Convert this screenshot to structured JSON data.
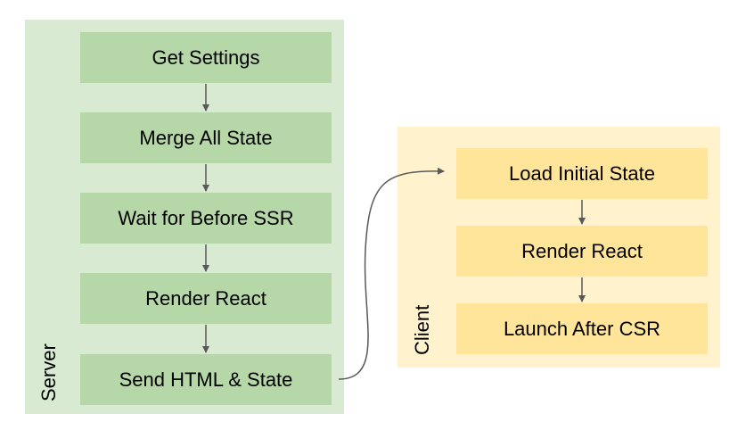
{
  "server": {
    "label": "Server",
    "fill_color": "#d9ead3",
    "step_color": "#b6d7a8",
    "steps": [
      "Get Settings",
      "Merge All State",
      "Wait for Before SSR",
      "Render React",
      "Send HTML & State"
    ]
  },
  "client": {
    "label": "Client",
    "fill_color": "#fff2cc",
    "step_color": "#ffe599",
    "steps": [
      "Load Initial State",
      "Render React",
      "Launch After CSR"
    ]
  },
  "connector_color": "#595959"
}
